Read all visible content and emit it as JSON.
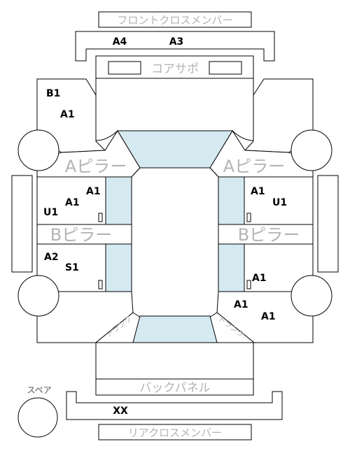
{
  "labels": {
    "front_cross_member": "フロントクロスメンバー",
    "core_support": "コアサポ",
    "a_pillar_left": "Aピラー",
    "a_pillar_right": "Aピラー",
    "b_pillar_left": "Bピラー",
    "b_pillar_right": "Bピラー",
    "back_panel": "バックパネル",
    "rear_cross_member": "リアクロスメンバー",
    "spare": "スペア",
    "trunk_left": "トランク",
    "trunk_right": "トランク"
  },
  "codes": {
    "front_left": "A4",
    "front_right": "A3",
    "left_front_fender_1": "B1",
    "left_front_fender_2": "A1",
    "left_front_door_1": "A1",
    "left_front_door_2": "A1",
    "left_front_door_3": "U1",
    "left_rear_door_1": "A2",
    "left_rear_door_2": "S1",
    "right_front_door_1": "A1",
    "right_front_door_2": "U1",
    "right_rear_door_1": "A1",
    "right_rear_quarter_1": "A1",
    "right_rear_quarter_2": "A1",
    "rear": "XX"
  }
}
